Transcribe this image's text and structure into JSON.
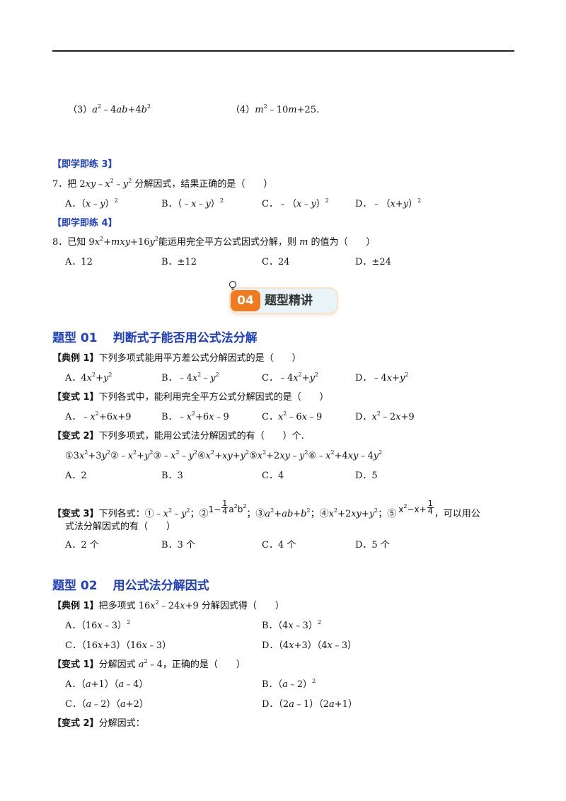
{
  "q_prev": {
    "item3": "（3）",
    "item4": "（4）",
    "item4_tail": "."
  },
  "drill3": {
    "tag": "【即学即练 3】",
    "q7_prefix": "7．把 ",
    "q7_suffix": " 分解因式，结果正确的是（　　）",
    "opts": [
      "A．",
      "B．",
      "C．",
      "D．"
    ]
  },
  "drill4": {
    "tag": "【即学即练 4】",
    "q8_prefix": "8．已知 ",
    "q8_mid": "能运用完全平方公式因式分解，则 ",
    "q8_var": "m",
    "q8_suffix": " 的值为（　　）",
    "opts": [
      "A．12",
      "B．±12",
      "C．24",
      "D．±24"
    ]
  },
  "banner": {
    "number": "04",
    "text": "题型精讲"
  },
  "type01": {
    "num": "题型 01",
    "title": "判断式子能否用公式法分解",
    "ex1_label": "【典例 1】",
    "ex1_text": "下列多项式能用平方差公式分解因式的是（　　）",
    "v1_label": "【变式 1】",
    "v1_text": "下列各式中，能利用完全平方公式分解因式的是（　　）",
    "v2_label": "【变式 2】",
    "v2_text": "下列多项式，能用公式法分解因式的有（　　）个.",
    "v2_opts": [
      "A．2",
      "B．3",
      "C．4",
      "D．5"
    ],
    "v3_label": "【变式 3】",
    "v3_text": "下列各式：",
    "v3_tail": "，可以用公",
    "v3_line2": "式法分解因式的有（　　）",
    "v3_opts": [
      "A．2 个",
      "B．3 个",
      "C．4 个",
      "D．5 个"
    ]
  },
  "type02": {
    "num": "题型 02",
    "title": "用公式法分解因式",
    "ex1_label": "【典例 1】",
    "ex1_prefix": "把多项式 ",
    "ex1_suffix": " 分解因式得（　　）",
    "v1_label": "【变式 1】",
    "v1_prefix": "分解因式 ",
    "v1_suffix": "，正确的是（　　）",
    "v2_label": "【变式 2】",
    "v2_text": "分解因式："
  }
}
